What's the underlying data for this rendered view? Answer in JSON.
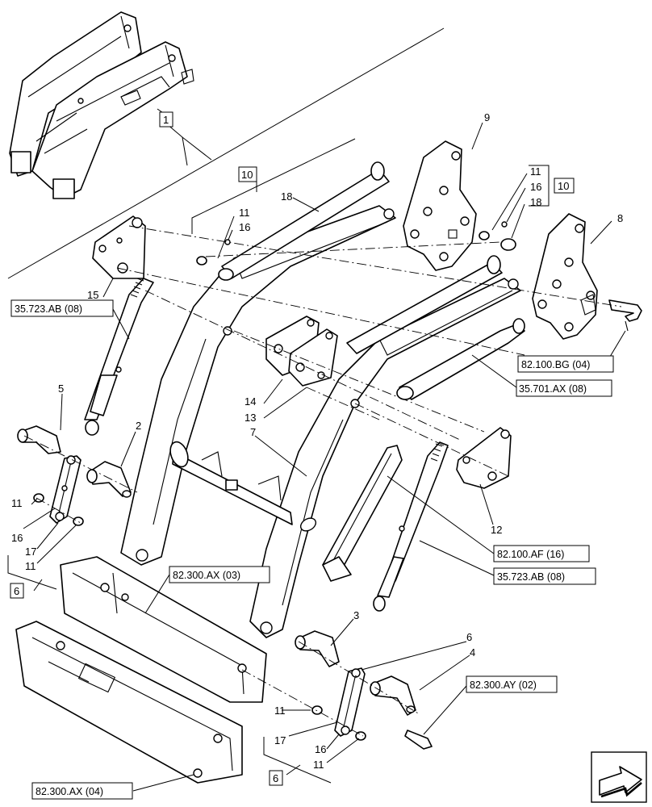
{
  "callouts": {
    "c1": "1",
    "c2": "2",
    "c3": "3",
    "c4": "4",
    "c5": "5",
    "c6a": "6",
    "c6b": "6",
    "c7": "7",
    "c8": "8",
    "c9": "9",
    "c10a": "10",
    "c10b": "10",
    "c11a": "11",
    "c11b": "11",
    "c11c": "11",
    "c11d": "11",
    "c11e": "11",
    "c11f": "11",
    "c12": "12",
    "c13": "13",
    "c14": "14",
    "c15": "15",
    "c16a": "16",
    "c16b": "16",
    "c16c": "16",
    "c16d": "16",
    "c17a": "17",
    "c17b": "17",
    "c18a": "18",
    "c18b": "18"
  },
  "boxed_callouts": {
    "b1": "1",
    "b6a": "6",
    "b6b": "6",
    "b10a": "10",
    "b10b": "10"
  },
  "references": {
    "r_35723_ab_left": "35.723.AB (08)",
    "r_82100_bg": "82.100.BG (04)",
    "r_35701_ax": "35.701.AX (08)",
    "r_82100_af": "82.100.AF (16)",
    "r_35723_ab_right": "35.723.AB (08)",
    "r_82300_ax_03": "82.300.AX (03)",
    "r_82300_ay": "82.300.AY (02)",
    "r_82300_ax_04": "82.300.AX (04)"
  },
  "icons": {
    "nav": "next-page-arrow-icon"
  }
}
